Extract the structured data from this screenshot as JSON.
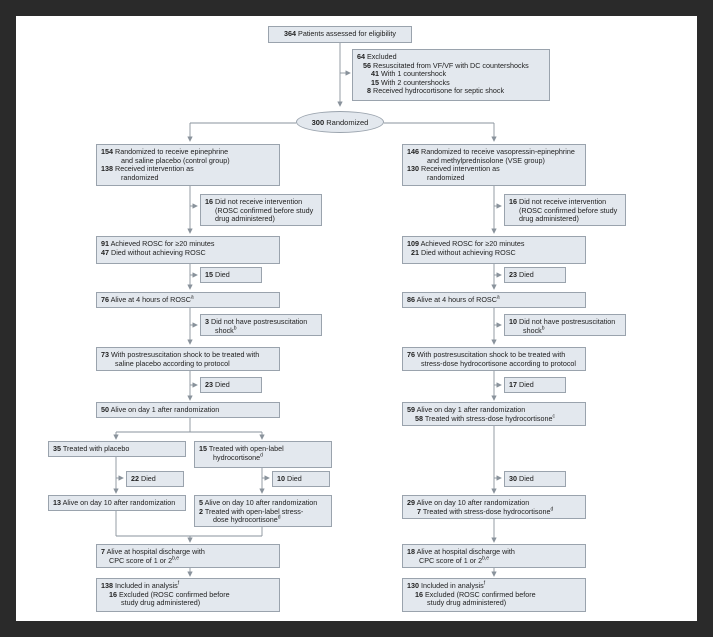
{
  "assessed": {
    "n": "364",
    "text": "Patients assessed for eligibility"
  },
  "excluded": {
    "n": "64",
    "text": "Excluded",
    "items": [
      {
        "n": "56",
        "text": "Resuscitated from VF/VF with DC countershocks"
      },
      {
        "n": "41",
        "text": "With 1 countershock"
      },
      {
        "n": "15",
        "text": "With 2 countershocks"
      },
      {
        "n": "8",
        "text": "Received hydrocortisone for septic shock"
      }
    ]
  },
  "randomized": {
    "n": "300",
    "text": "Randomized"
  },
  "left": {
    "rand": {
      "n1": "154",
      "t1a": "Randomized to receive epinephrine",
      "t1b": "and saline placebo (control group)",
      "n2": "138",
      "t2a": "Received intervention as",
      "t2b": "randomized"
    },
    "notrecv": {
      "n": "16",
      "ta": "Did not receive intervention",
      "tb": "(ROSC confirmed before study",
      "tc": "drug administered)"
    },
    "rosc": {
      "n1": "91",
      "t1": "Achieved ROSC for ≥20 minutes",
      "n2": "47",
      "t2": "Died without achieving ROSC"
    },
    "died1": {
      "n": "15",
      "t": "Died"
    },
    "alive4": {
      "n": "76",
      "t": "Alive at 4 hours of ROSC",
      "sup": "a"
    },
    "noshock": {
      "n": "3",
      "ta": "Did not have postresuscitation",
      "tb": "shock",
      "sup": "b"
    },
    "shock": {
      "n": "73",
      "ta": "With postresuscitation shock to be treated with",
      "tb": "saline placebo according to protocol"
    },
    "died2": {
      "n": "23",
      "t": "Died"
    },
    "day1": {
      "n": "50",
      "t": "Alive on day 1 after randomization"
    },
    "placebo": {
      "n": "35",
      "t": "Treated with placebo"
    },
    "openlabel": {
      "n": "15",
      "ta": "Treated with open-label",
      "tb": "hydrocortisone",
      "sup": "d"
    },
    "died3": {
      "n": "22",
      "t": "Died"
    },
    "died4": {
      "n": "10",
      "t": "Died"
    },
    "day10a": {
      "n": "13",
      "t": "Alive on day 10 after randomization"
    },
    "day10b": {
      "n1": "5",
      "t1": "Alive on day 10 after randomization",
      "n2": "2",
      "t2a": "Treated with open-label stress-",
      "t2b": "dose hydrocortisone",
      "sup": "d"
    },
    "discharge": {
      "n": "7",
      "ta": "Alive at hospital discharge with",
      "tb": "CPC score of 1 or 2",
      "sup": "b,e"
    },
    "analysis": {
      "n1": "138",
      "t1": "Included in analysis",
      "sup": "f",
      "n2": "16",
      "t2a": "Excluded (ROSC confirmed before",
      "t2b": "study drug administered)"
    }
  },
  "right": {
    "rand": {
      "n1": "146",
      "t1a": "Randomized to receive vasopressin-epinephrine",
      "t1b": "and methylprednisolone (VSE group)",
      "n2": "130",
      "t2a": "Received intervention as",
      "t2b": "randomized"
    },
    "notrecv": {
      "n": "16",
      "ta": "Did not receive intervention",
      "tb": "(ROSC confirmed before study",
      "tc": "drug administered)"
    },
    "rosc": {
      "n1": "109",
      "t1": "Achieved ROSC for ≥20 minutes",
      "n2": "21",
      "t2": "Died without achieving ROSC"
    },
    "died1": {
      "n": "23",
      "t": "Died"
    },
    "alive4": {
      "n": "86",
      "t": "Alive at 4 hours of ROSC",
      "sup": "a"
    },
    "noshock": {
      "n": "10",
      "ta": "Did not have postresuscitation",
      "tb": "shock",
      "sup": "b"
    },
    "shock": {
      "n": "76",
      "ta": "With postresuscitation shock to be treated with",
      "tb": "stress-dose hydrocortisone according to protocol"
    },
    "died2": {
      "n": "17",
      "t": "Died"
    },
    "day1": {
      "n1": "59",
      "t1": "Alive on day 1 after randomization",
      "n2": "58",
      "t2": "Treated with stress-dose hydrocortisone",
      "sup": "c"
    },
    "died3": {
      "n": "30",
      "t": "Died"
    },
    "day10": {
      "n1": "29",
      "t1": "Alive on day 10 after randomization",
      "n2": "7",
      "t2": "Treated with stress-dose hydrocortisone",
      "sup": "d"
    },
    "discharge": {
      "n": "18",
      "ta": "Alive at hospital discharge with",
      "tb": "CPC score of 1 or 2",
      "sup": "b,e"
    },
    "analysis": {
      "n1": "130",
      "t1": "Included in analysis",
      "sup": "f",
      "n2": "16",
      "t2a": "Excluded (ROSC confirmed before",
      "t2b": "study drug administered)"
    }
  }
}
